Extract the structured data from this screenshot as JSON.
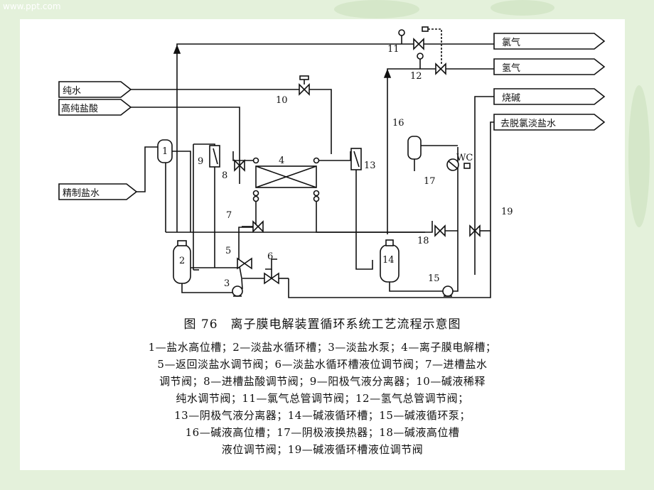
{
  "watermark": "www.ppt.com",
  "outputs": {
    "chlorine": "氯气",
    "hydrogen": "氢气",
    "caustic": "烧碱",
    "dechlorinated_brine": "去脱氯淡盐水"
  },
  "inputs": {
    "pure_water": "纯水",
    "hcl": "高纯盐酸",
    "refined_brine": "精制盐水"
  },
  "numbers": {
    "n1": "1",
    "n2": "2",
    "n3": "3",
    "n4": "4",
    "n5": "5",
    "n6": "6",
    "n7": "7",
    "n8": "8",
    "n9": "9",
    "n10": "10",
    "n11": "11",
    "n12": "12",
    "n13": "13",
    "n14": "14",
    "n15": "15",
    "n16": "16",
    "n17": "17",
    "n18": "18",
    "n19": "19"
  },
  "wc_label": "WC",
  "caption": "图 76　离子膜电解装置循环系统工艺流程示意图",
  "legend": [
    "1—盐水高位槽；2—淡盐水循环槽；3—淡盐水泵；4—离子膜电解槽；",
    "5—返回淡盐水调节阀；6—淡盐水循环槽液位调节阀；7—进槽盐水",
    "调节阀；8—进槽盐酸调节阀；9—阳极气液分离器；10—碱液稀释",
    "纯水调节阀；11—氯气总管调节阀；12—氢气总管调节阀；",
    "13—阴极气液分离器；14—碱液循环槽；15—碱液循环泵；",
    "16—碱液高位槽；17—阴极液换热器；18—碱液高位槽",
    "液位调节阀；19—碱液循环槽液位调节阀"
  ]
}
